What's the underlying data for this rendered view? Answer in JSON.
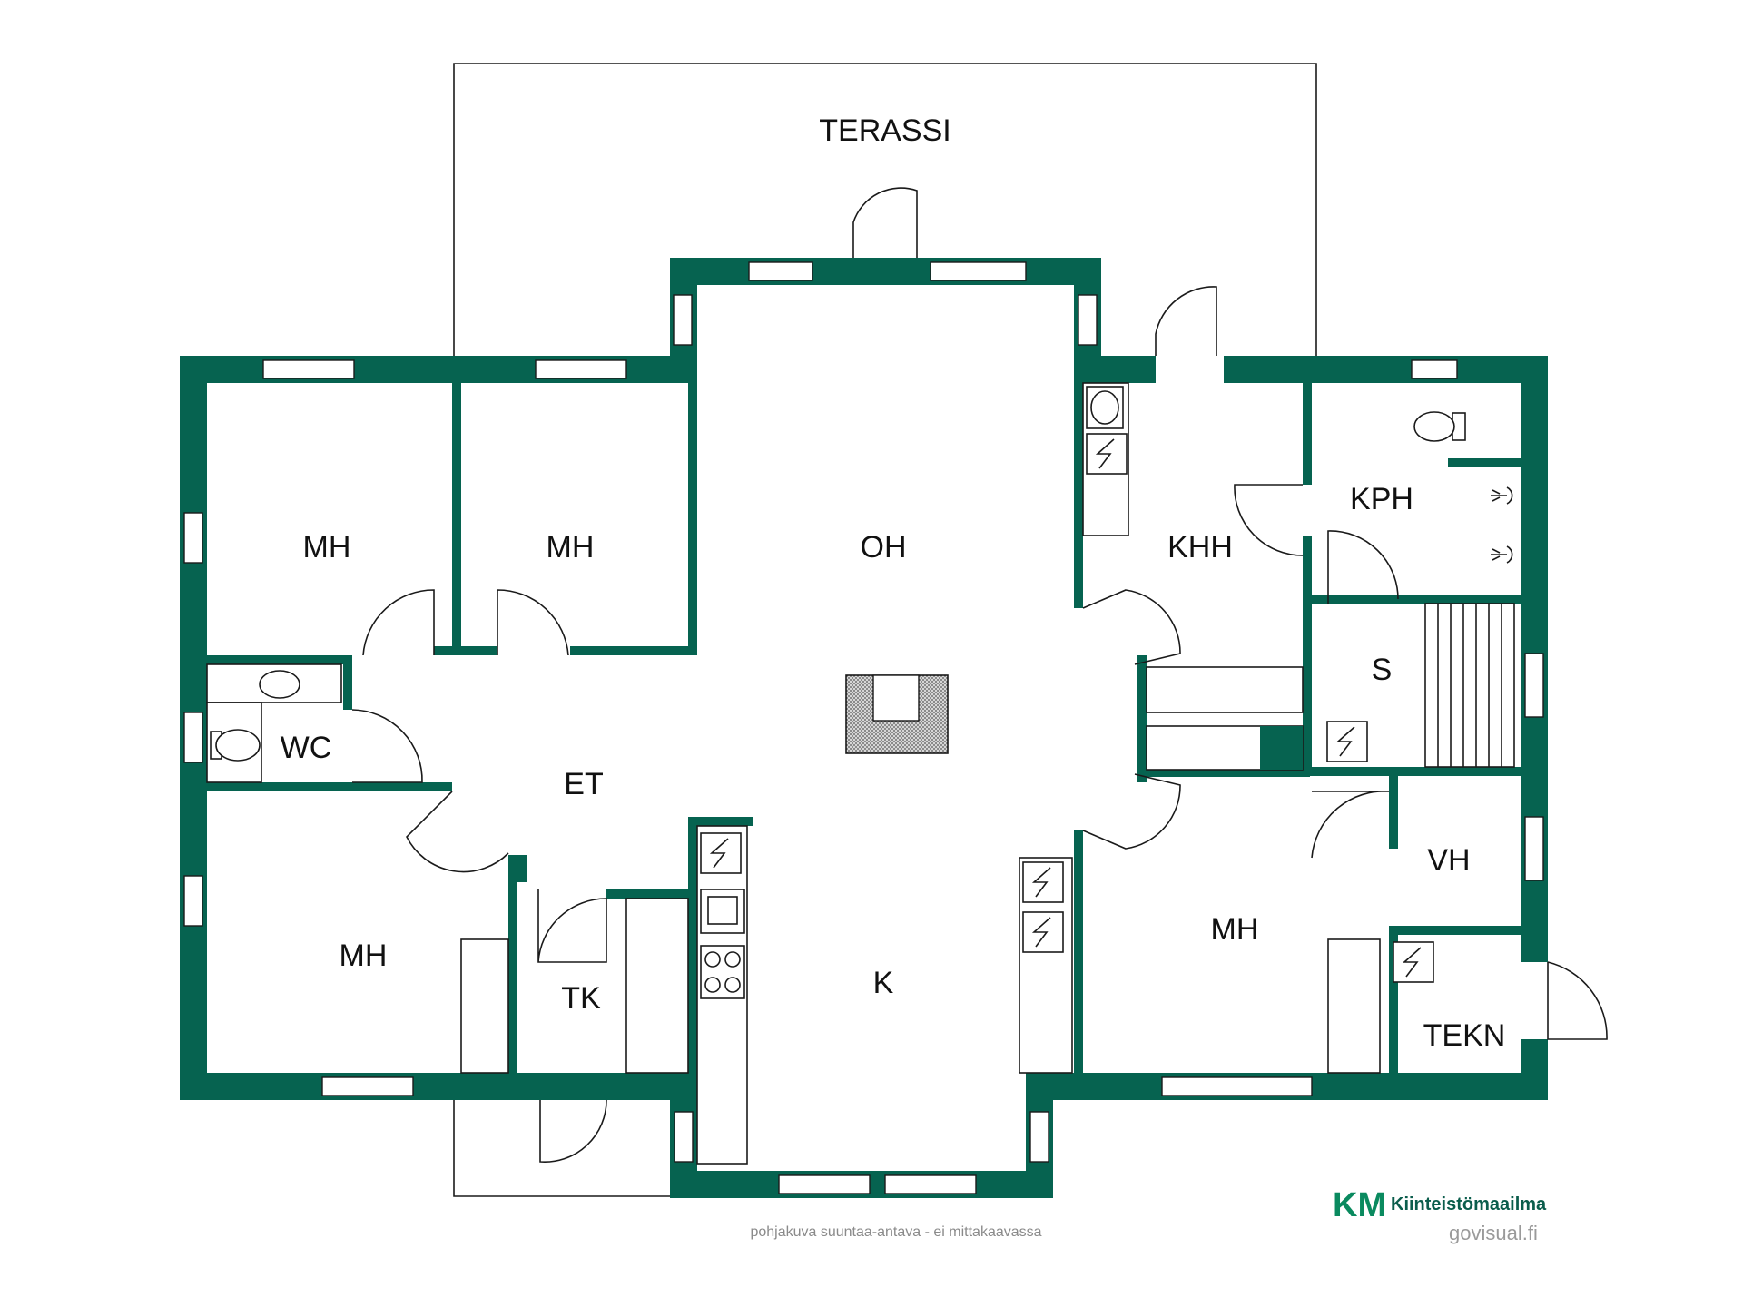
{
  "colors": {
    "wall": "#066350",
    "line": "#1a1a1a",
    "brand": "#0b5d4c",
    "note": "#8a8a8a"
  },
  "rooms": {
    "terassi": "TERASSI",
    "mh1": "MH",
    "mh2": "MH",
    "oh": "OH",
    "khh": "KHH",
    "kph": "KPH",
    "wc": "WC",
    "et": "ET",
    "s": "S",
    "mh3": "MH",
    "tk": "TK",
    "k": "K",
    "mh4": "MH",
    "vh": "VH",
    "tekn": "TEKN"
  },
  "footer": {
    "note": "pohjakuva suuntaa-antava - ei mittakaavassa",
    "brand_mark": "KM",
    "brand_name": "Kiinteistömaailma",
    "site": "govisual.fi"
  },
  "icons": {
    "electric": "electric-panel-icon",
    "sink": "sink-icon",
    "toilet": "toilet-icon",
    "stove": "stove-icon",
    "shower": "shower-icon",
    "fireplace": "fireplace-icon"
  }
}
